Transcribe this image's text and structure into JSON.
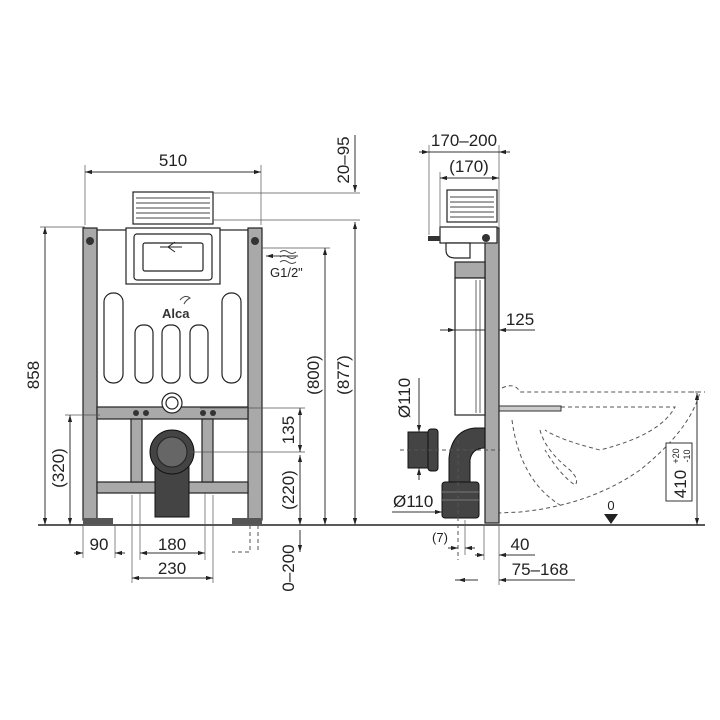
{
  "front_view": {
    "brand_logo": "Alca",
    "width": "510",
    "height_total": "858",
    "flush_box_offset": "20–95",
    "height_877": "(877)",
    "height_800": "(800)",
    "height_320": "(320)",
    "dim_135": "135",
    "dim_220": "(220)",
    "water_inlet": "G1/2\"",
    "dim_90": "90",
    "dim_180": "180",
    "dim_230": "230",
    "leg_extension": "0–200"
  },
  "side_view": {
    "depth_range": "170–200",
    "depth": "(170)",
    "dim_125": "125",
    "pipe_diameter_top": "Ø110",
    "pipe_diameter_bottom": "Ø110",
    "dim_7": "(7)",
    "dim_40": "40",
    "dim_75_168": "75–168",
    "bowl_height": "410",
    "bowl_tol_plus": "+20",
    "bowl_tol_minus": "-10",
    "floor_level": "0"
  }
}
